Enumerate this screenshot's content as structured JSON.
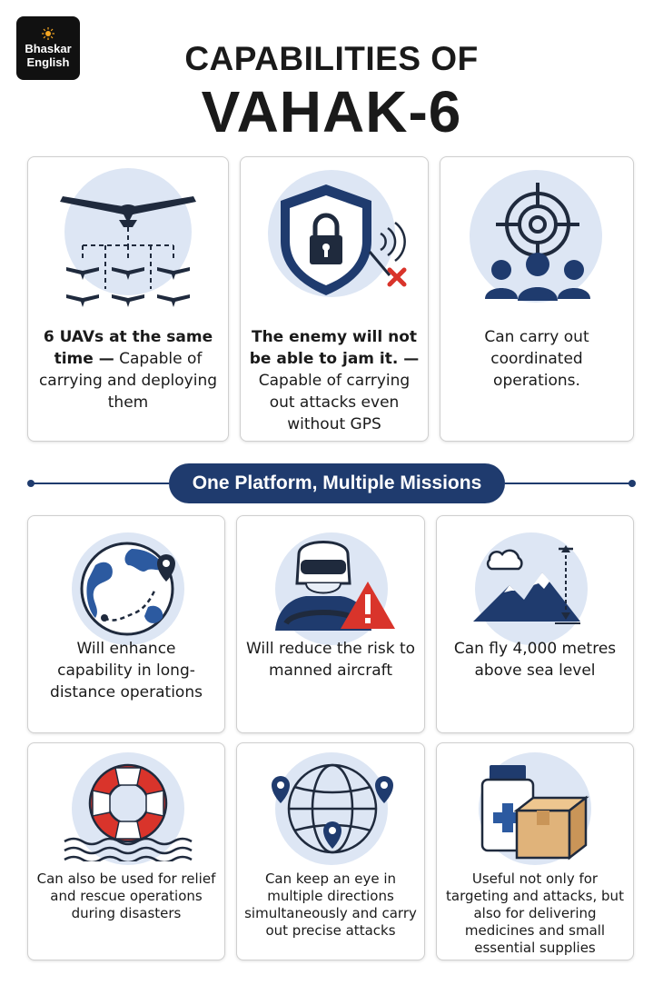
{
  "brand": {
    "line1": "Bhaskar",
    "line2": "English"
  },
  "title": {
    "line1": "CAPABILITIES OF",
    "line2": "VAHAK-6"
  },
  "top_cards": [
    {
      "icon": "drone-swarm-icon",
      "bold": "6 UAVs at the same time —",
      "text": " Capable of carrying and deploying them"
    },
    {
      "icon": "shield-lock-icon",
      "bold": "The enemy will not be able to jam it. —",
      "text": " Capable of carrying out attacks even without GPS"
    },
    {
      "icon": "target-team-icon",
      "bold": "",
      "text": "Can carry out coordinated operations."
    }
  ],
  "section_label": "One Platform, Multiple Missions",
  "mid_cards": [
    {
      "icon": "globe-route-icon",
      "text": "Will enhance capability in long-distance operations"
    },
    {
      "icon": "pilot-warning-icon",
      "text": "Will reduce the risk to manned aircraft"
    },
    {
      "icon": "mountain-altitude-icon",
      "text": "Can fly 4,000 metres above sea level"
    }
  ],
  "bottom_cards": [
    {
      "icon": "lifebuoy-icon",
      "text": "Can also be used for relief and rescue operations during disasters"
    },
    {
      "icon": "globe-pins-icon",
      "text": "Can keep an eye in multiple directions simultaneously and carry out precise attacks"
    },
    {
      "icon": "medicine-box-icon",
      "text": "Useful not only for targeting and attacks, but also for delivering medicines and small essential supplies"
    }
  ],
  "colors": {
    "navy": "#1f3b6e",
    "icon_bg": "#dde6f4",
    "red": "#d9342b"
  }
}
